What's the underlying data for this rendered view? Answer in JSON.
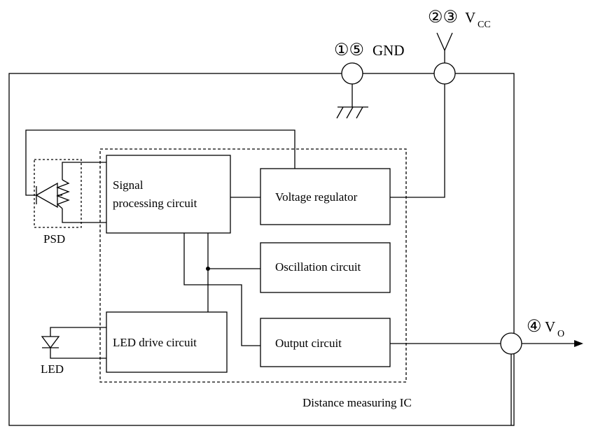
{
  "pins": {
    "gnd": {
      "numbers": "①⑤",
      "label": "GND"
    },
    "vcc": {
      "numbers": "②③",
      "label": "V",
      "sub": "CC"
    },
    "vo": {
      "numbers": "④",
      "label": "V",
      "sub": "O"
    }
  },
  "blocks": {
    "signal_processing_line1": "Signal",
    "signal_processing_line2": "processing circuit",
    "voltage_regulator": "Voltage regulator",
    "oscillation": "Oscillation circuit",
    "led_drive": "LED drive circuit",
    "output": "Output circuit"
  },
  "components": {
    "psd": "PSD",
    "led": "LED"
  },
  "ic_label": "Distance measuring IC"
}
